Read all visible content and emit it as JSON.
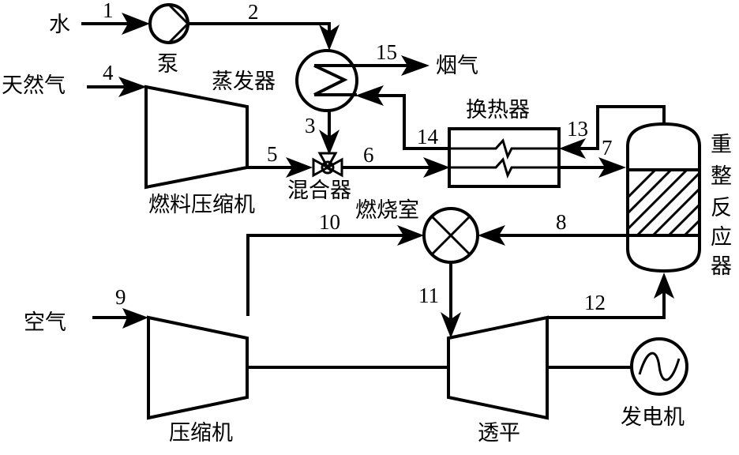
{
  "diagram": {
    "type": "process-flow",
    "components": {
      "pump": "泵",
      "evaporator": "蒸发器",
      "fuel_compressor": "燃料压缩机",
      "mixer": "混合器",
      "heat_exchanger": "换热器",
      "reformer": [
        "重",
        "整",
        "反",
        "应",
        "器"
      ],
      "combustor": "燃烧室",
      "air_compressor": "压缩机",
      "turbine": "透平",
      "generator": "发电机"
    },
    "sources": {
      "water": "水",
      "natural_gas": "天然气",
      "air": "空气",
      "flue_gas": "烟气"
    },
    "streams": [
      "1",
      "2",
      "3",
      "4",
      "5",
      "6",
      "7",
      "8",
      "9",
      "10",
      "11",
      "12",
      "13",
      "14",
      "15"
    ]
  }
}
